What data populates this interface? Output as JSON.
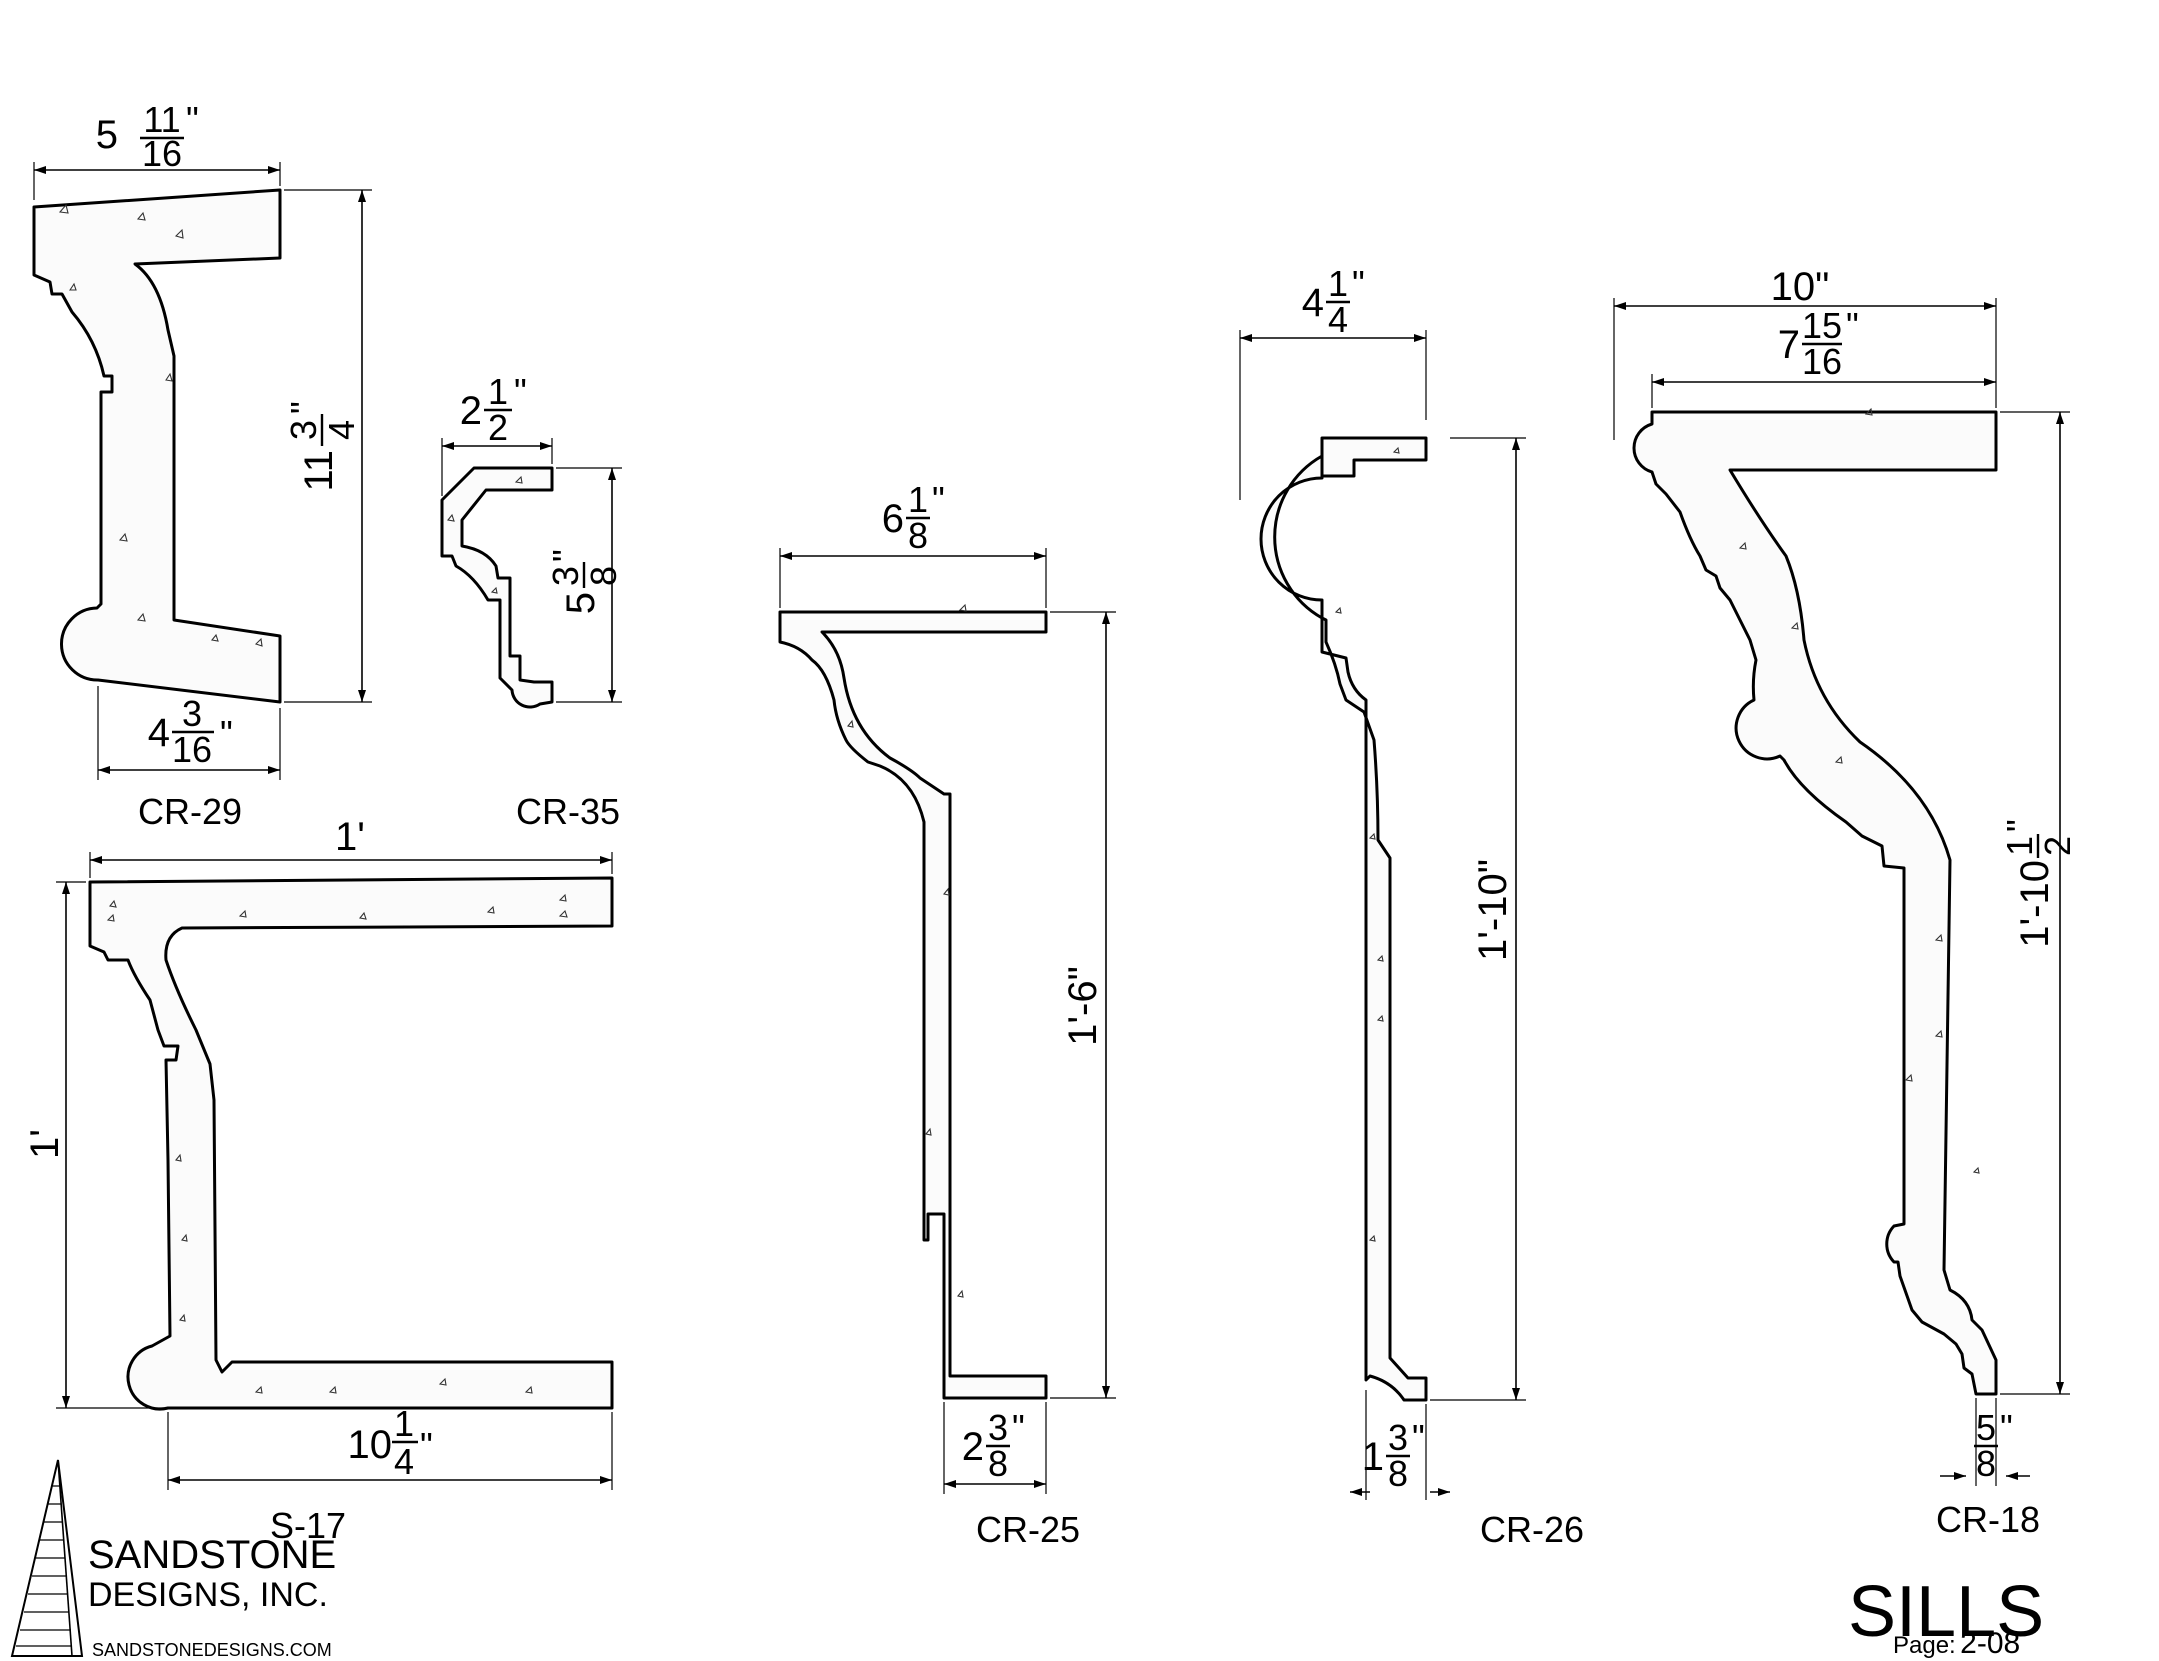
{
  "sheet": {
    "title": "SILLS",
    "page_label": "Page:",
    "page_number": "2-08"
  },
  "company": {
    "name_line1": "SANDSTONE",
    "name_line2": "DESIGNS, INC.",
    "website": "SANDSTONEDESIGNS.COM"
  },
  "profiles": [
    {
      "code": "CR-29",
      "dimensions": [
        {
          "whole": "5",
          "num": "11",
          "den": "16",
          "unit": "\""
        },
        {
          "whole": "11",
          "num": "3",
          "den": "4",
          "unit": "\""
        },
        {
          "whole": "4",
          "num": "3",
          "den": "16",
          "unit": "\""
        }
      ]
    },
    {
      "code": "CR-35",
      "dimensions": [
        {
          "whole": "2",
          "num": "1",
          "den": "2",
          "unit": "\""
        },
        {
          "whole": "5",
          "num": "3",
          "den": "8",
          "unit": "\""
        }
      ]
    },
    {
      "code": "S-17",
      "dimensions": [
        {
          "text": "1'"
        },
        {
          "text": "1'"
        },
        {
          "whole": "10",
          "num": "1",
          "den": "4",
          "unit": "\""
        }
      ]
    },
    {
      "code": "CR-25",
      "dimensions": [
        {
          "whole": "6",
          "num": "1",
          "den": "8",
          "unit": "\""
        },
        {
          "text": "1'-6\""
        },
        {
          "whole": "2",
          "num": "3",
          "den": "8",
          "unit": "\""
        }
      ]
    },
    {
      "code": "CR-26",
      "dimensions": [
        {
          "whole": "4",
          "num": "1",
          "den": "4",
          "unit": "\""
        },
        {
          "text": "1'-10\""
        },
        {
          "whole": "1",
          "num": "3",
          "den": "8",
          "unit": "\""
        }
      ]
    },
    {
      "code": "CR-18",
      "dimensions": [
        {
          "text": "10\""
        },
        {
          "whole": "7",
          "num": "15",
          "den": "16",
          "unit": "\""
        },
        {
          "whole": "1'-10",
          "num": "1",
          "den": "2",
          "unit": "\""
        },
        {
          "whole": "",
          "num": "5",
          "den": "8",
          "unit": "\""
        }
      ]
    }
  ]
}
